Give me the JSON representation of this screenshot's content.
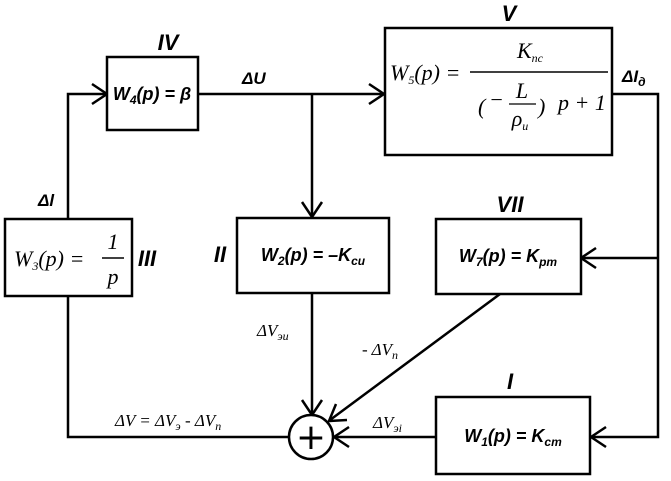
{
  "blocks": {
    "b4": {
      "numeral": "IV",
      "formula_lhs": "W",
      "formula_sub": "4",
      "formula_rhs": "(p) = β"
    },
    "b5": {
      "numeral": "V",
      "lhs": "W",
      "lhs_sub": "5",
      "lhs_arg": "(p) =",
      "num": "K",
      "num_sub": "пс",
      "den_frac_num": "L",
      "den_frac_den": "ρ",
      "den_frac_den_sub": "u",
      "den_minus": "−",
      "den_rest": "p + 1"
    },
    "b3": {
      "numeral": "III",
      "lhs": "W",
      "lhs_sub": "3",
      "lhs_arg": "(p) =",
      "num": "1",
      "den": "p"
    },
    "b2": {
      "numeral": "II",
      "formula_lhs": "W",
      "formula_sub": "2",
      "formula_rhs": "(p) = –K",
      "formula_rhs_sub": "си"
    },
    "b7": {
      "numeral": "VII",
      "formula_lhs": "W",
      "formula_sub": "7",
      "formula_rhs": "(p) = K",
      "formula_rhs_sub": "рт"
    },
    "b1": {
      "numeral": "I",
      "formula_lhs": "W",
      "formula_sub": "1",
      "formula_rhs": "(p) = K",
      "formula_rhs_sub": "ст"
    }
  },
  "signals": {
    "dU": "ΔU",
    "dI": "ΔI",
    "dI_sub": "д",
    "dl": "Δl",
    "dVsi": "ΔV",
    "dVsi_sub": "эи",
    "dVn": "- ΔV",
    "dVn_sub": "п",
    "dVei": "ΔV",
    "dVei_sub": "эi",
    "dV_main": "ΔV = ΔV",
    "dV_main_sub1": "э",
    "dV_main_mid": " - ΔV",
    "dV_main_sub2": "п"
  },
  "summing_junction": {
    "symbol": "+"
  }
}
